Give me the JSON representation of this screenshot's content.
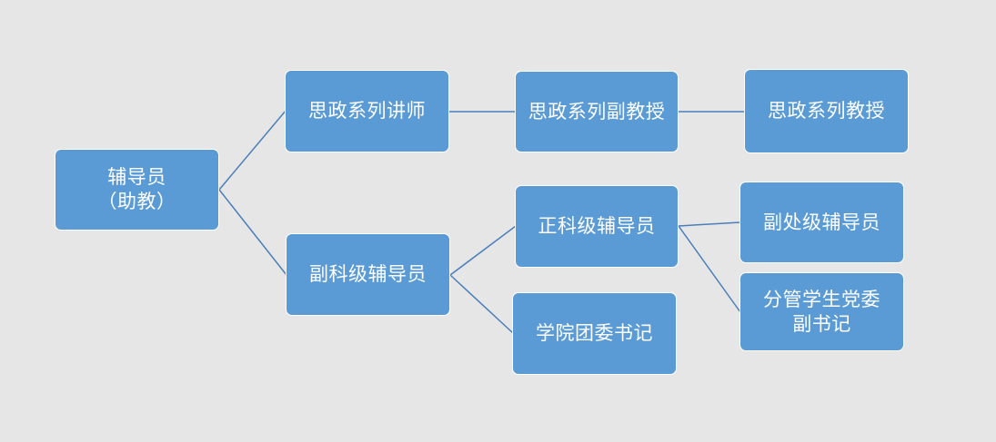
{
  "colors": {
    "background": "#e6e6e6",
    "node_fill": "#5b9bd5",
    "node_border": "#ffffff",
    "connector": "#4a7ebb",
    "text": "#ffffff"
  },
  "nodes": {
    "counselor": "辅导员\n（助教）",
    "ideo_lecturer": "思政系列讲师",
    "ideo_assoc_prof": "思政系列副教授",
    "ideo_prof": "思政系列教授",
    "deputy_section_counselor": "副科级辅导员",
    "section_counselor": "正科级辅导员",
    "deputy_division_counselor": "副处级辅导员",
    "deputy_party_secretary": "分管学生党委\n副书记",
    "youth_league_secretary": "学院团委书记"
  },
  "edges": [
    {
      "from": "counselor",
      "to": "ideo_lecturer"
    },
    {
      "from": "counselor",
      "to": "deputy_section_counselor"
    },
    {
      "from": "ideo_lecturer",
      "to": "ideo_assoc_prof"
    },
    {
      "from": "ideo_assoc_prof",
      "to": "ideo_prof"
    },
    {
      "from": "deputy_section_counselor",
      "to": "section_counselor"
    },
    {
      "from": "deputy_section_counselor",
      "to": "youth_league_secretary"
    },
    {
      "from": "section_counselor",
      "to": "deputy_division_counselor"
    },
    {
      "from": "section_counselor",
      "to": "deputy_party_secretary"
    }
  ]
}
